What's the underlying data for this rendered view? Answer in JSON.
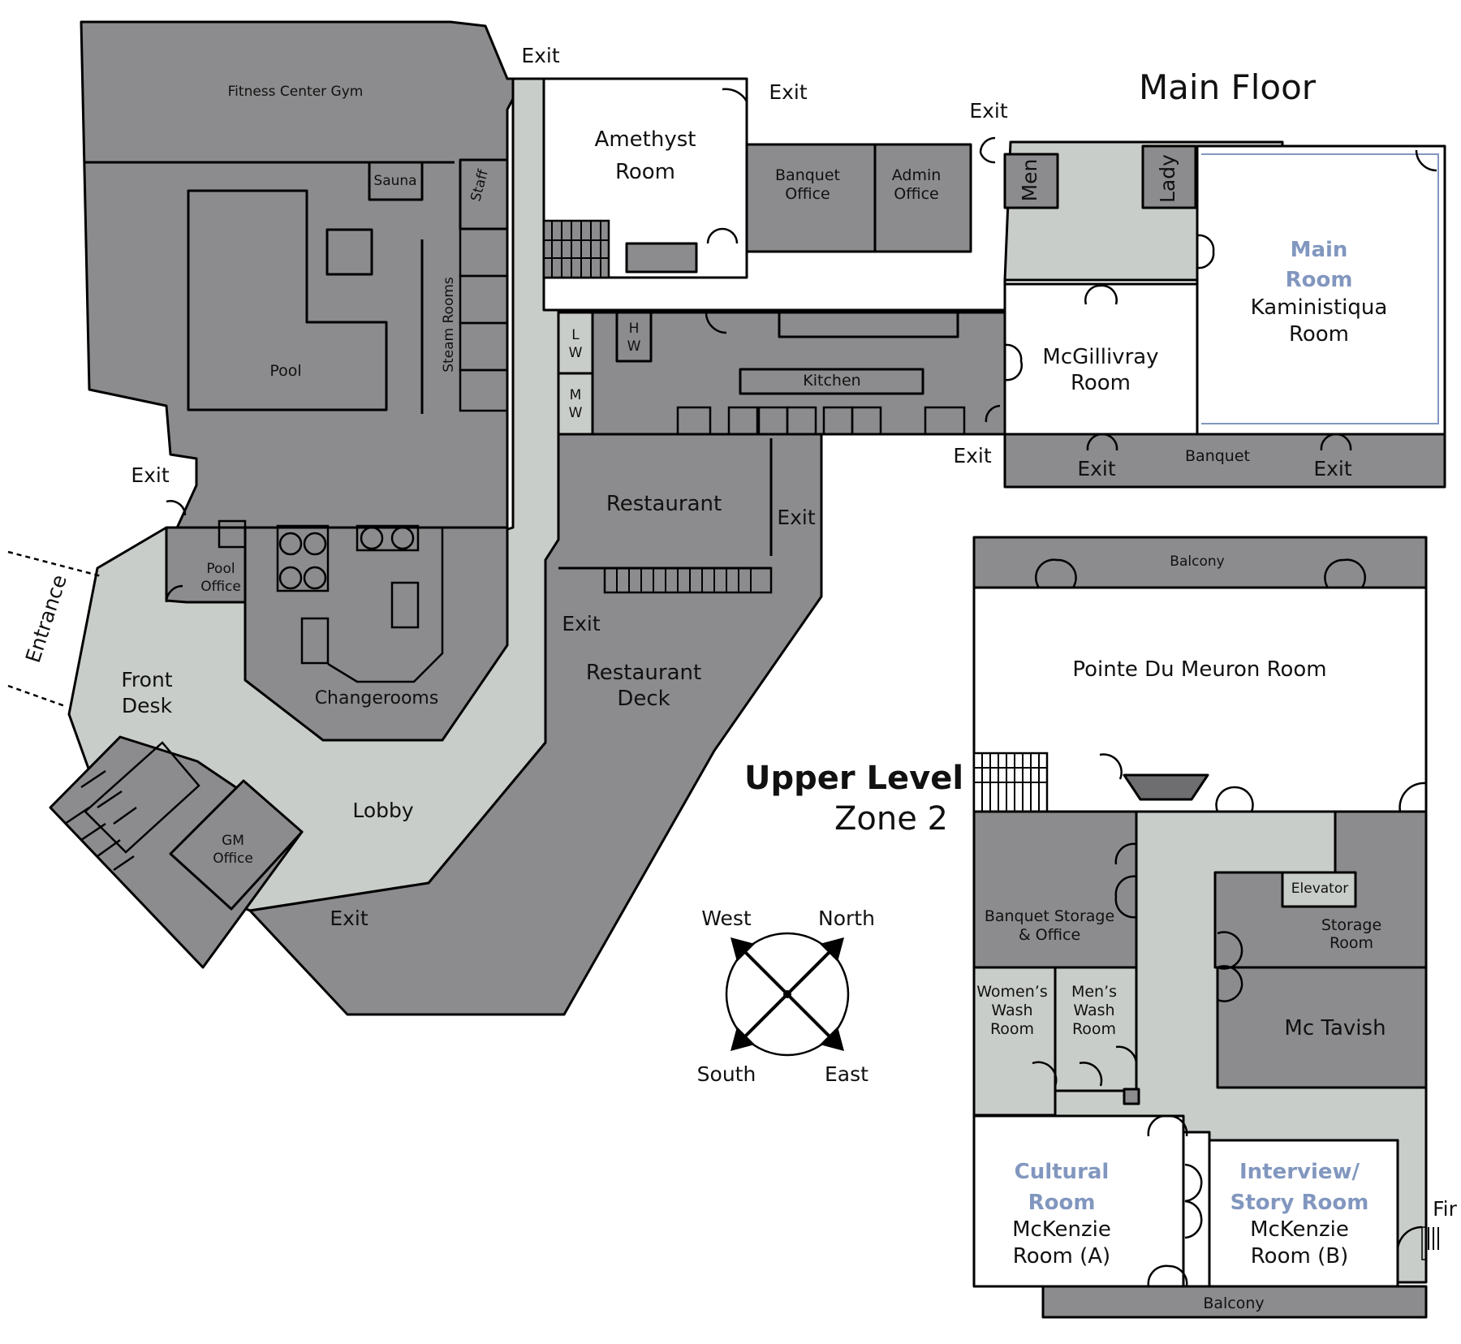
{
  "colors": {
    "room_fill": "#8c8c8e",
    "room_fill_dark": "#6e6e70",
    "corridor_fill": "#c9cdc9",
    "open_room_fill": "#ffffff",
    "accent_label": "#8297bf"
  },
  "main_floor": {
    "title": "Main Floor",
    "rooms": {
      "fitness": "Fitness Center Gym",
      "sauna": "Sauna",
      "staff": "Staff",
      "steam": "Steam Rooms",
      "pool": "Pool",
      "pool_office_1": "Pool",
      "pool_office_2": "Office",
      "changerooms": "Changerooms",
      "front_desk_1": "Front",
      "front_desk_2": "Desk",
      "gm_office_1": "GM",
      "gm_office_2": "Office",
      "lobby": "Lobby",
      "entrance": "Entrance",
      "amethyst_1": "Amethyst",
      "amethyst_2": "Room",
      "banquet_office_1": "Banquet",
      "banquet_office_2": "Office",
      "admin_office_1": "Admin",
      "admin_office_2": "Office",
      "men": "Men",
      "lady": "Lady",
      "lw_1": "L",
      "lw_2": "W",
      "mw_1": "M",
      "mw_2": "W",
      "hw_1": "H",
      "hw_2": "W",
      "kitchen": "Kitchen",
      "restaurant": "Restaurant",
      "restaurant_deck_1": "Restaurant",
      "restaurant_deck_2": "Deck",
      "mcgillivray_1": "McGillivray",
      "mcgillivray_2": "Room",
      "main_room_1": "Main",
      "main_room_2": "Room",
      "kaministiqua_1": "Kaministiqua",
      "kaministiqua_2": "Room",
      "banquet": "Banquet"
    },
    "exit_label": "Exit"
  },
  "upper_level": {
    "title": "Upper Level",
    "subtitle": "Zone 2",
    "rooms": {
      "balcony_top": "Balcony",
      "pointe": "Pointe Du Meuron Room",
      "elevator": "Elevator",
      "banquet_storage_1": "Banquet Storage",
      "banquet_storage_2": "& Office",
      "storage_1": "Storage",
      "storage_2": "Room",
      "womens_1": "Women’s",
      "womens_2": "Wash",
      "womens_3": "Room",
      "mens_1": "Men’s",
      "mens_2": "Wash",
      "mens_3": "Room",
      "mctavish": "Mc Tavish",
      "cultural_1": "Cultural",
      "cultural_2": "Room",
      "mckenzie_a_1": "McKenzie",
      "mckenzie_a_2": "Room (A)",
      "interview_1": "Interview/",
      "interview_2": "Story Room",
      "mckenzie_b_1": "McKenzie",
      "mckenzie_b_2": "Room (B)",
      "balcony_bottom": "Balcony",
      "fire": "Fir"
    }
  },
  "compass": {
    "west": "West",
    "north": "North",
    "south": "South",
    "east": "East"
  }
}
